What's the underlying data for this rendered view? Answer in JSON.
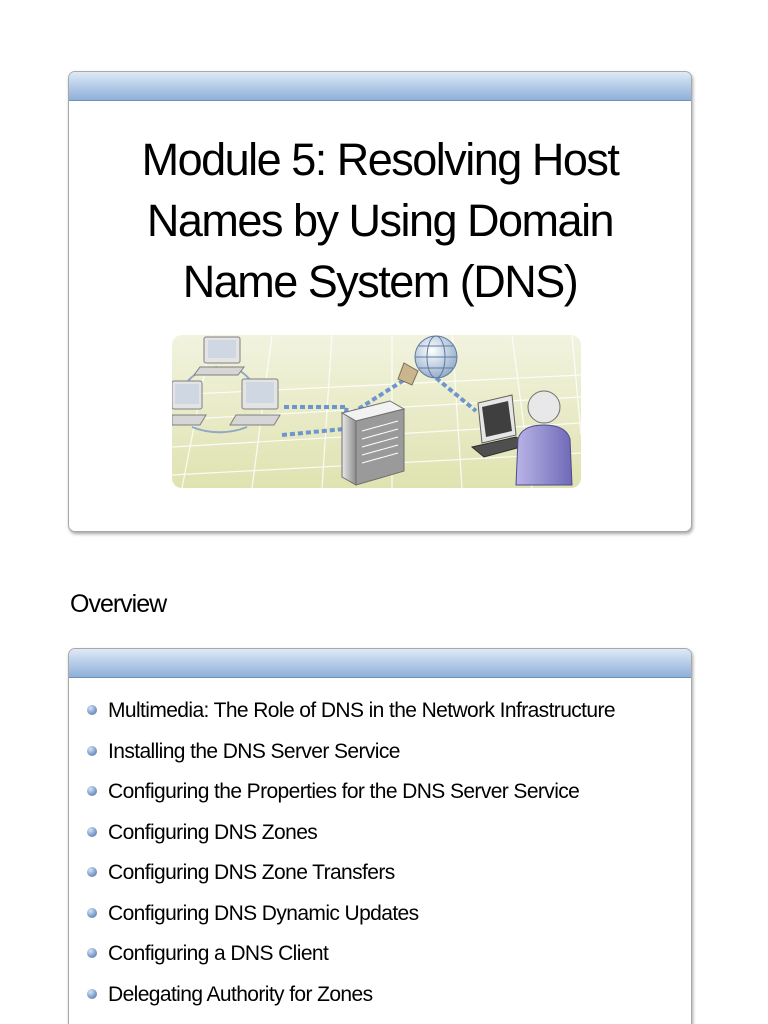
{
  "slide1": {
    "title_lines": [
      "Module 5: Resolving Host",
      "Names by Using Domain",
      "Name System (DNS)"
    ],
    "illustration_icons": [
      "workstation-icon",
      "server-icon",
      "globe-icon",
      "laptop-icon",
      "user-icon"
    ]
  },
  "overview": {
    "heading": "Overview",
    "items": [
      "Multimedia: The Role of DNS in the Network Infrastructure",
      "Installing the DNS Server Service",
      "Configuring the Properties for the DNS Server Service",
      "Configuring DNS Zones",
      "Configuring DNS Zone Transfers",
      "Configuring DNS Dynamic Updates",
      "Configuring a DNS Client",
      "Delegating Authority for Zones"
    ]
  },
  "colors": {
    "band_top": "#dfe9f6",
    "band_bottom": "#8fb0da",
    "bullet": "#6f90c4",
    "illustration_bg": "#e9ecc6"
  }
}
